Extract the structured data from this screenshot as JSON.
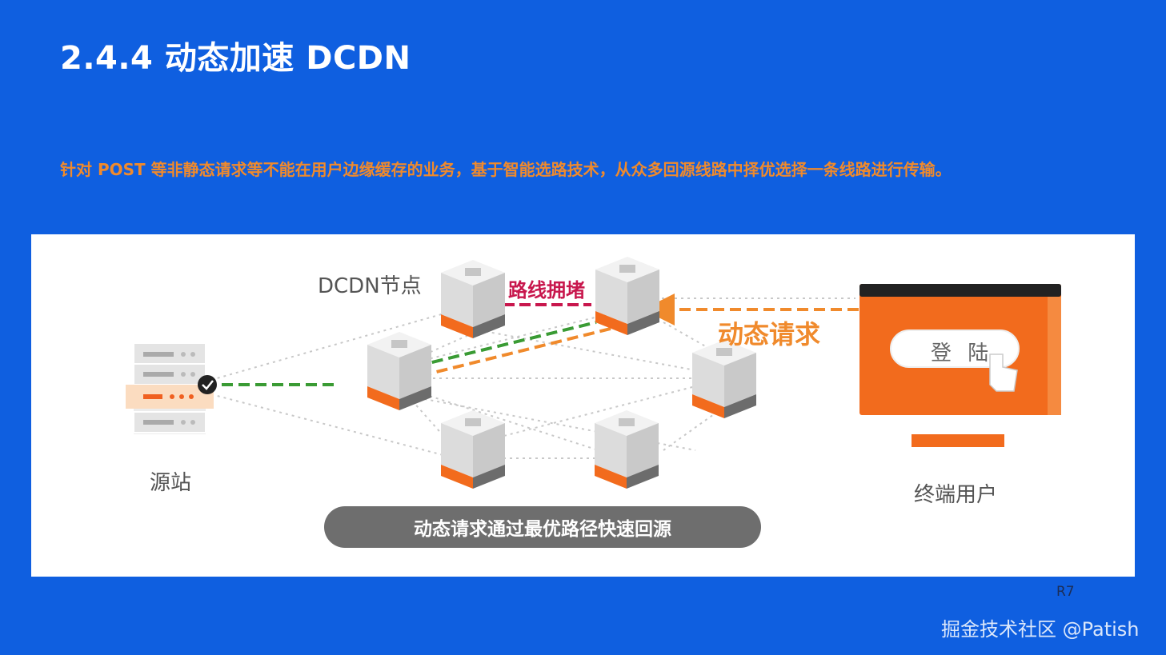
{
  "slide": {
    "title": "2.4.4 动态加速 DCDN",
    "description": "针对 POST 等非静态请求等不能在用户边缘缓存的业务，基于智能选路技术，从众多回源线路中择优选择一条线路进行传输。",
    "code": "R7",
    "watermark": "掘金技术社区 @Patish"
  },
  "diagram": {
    "node_label": "DCDN节点",
    "origin_label": "源站",
    "user_label": "终端用户",
    "congestion_label": "路线拥堵",
    "dynamic_request_label": "动态请求",
    "login_button": "登 陆",
    "caption": "动态请求通过最优路径快速回源"
  },
  "colors": {
    "background": "#0f5fe0",
    "accent_orange": "#f08a2c",
    "congestion_red": "#c8174d",
    "route_green": "#3a9b34",
    "node_gray": "#e4e4e4"
  }
}
